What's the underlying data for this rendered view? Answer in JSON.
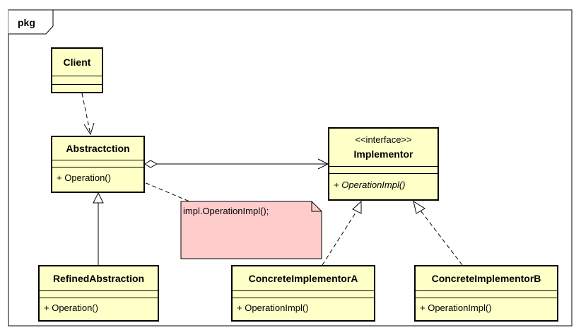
{
  "package": {
    "label": "pkg"
  },
  "classes": {
    "client": {
      "name": "Client"
    },
    "abstraction": {
      "name": "Abstractction",
      "operation": "+ Operation()"
    },
    "implementor": {
      "stereotype": "<<interface>>",
      "name": "Implementor",
      "operation": "+ OperationImpl()"
    },
    "refined": {
      "name": "RefinedAbstraction",
      "operation": "+ Operation()"
    },
    "concreteA": {
      "name": "ConcreteImplementorA",
      "operation": "+ OperationImpl()"
    },
    "concreteB": {
      "name": "ConcreteImplementorB",
      "operation": "+ OperationImpl()"
    }
  },
  "note": {
    "text": "impl.OperationImpl();"
  },
  "colors": {
    "class_fill": "#ffffc8",
    "note_fill": "#ffcccc",
    "stroke": "#000000"
  }
}
